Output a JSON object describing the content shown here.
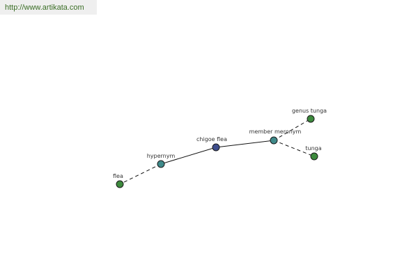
{
  "header": {
    "url": "http://www.artikata.com"
  },
  "colors": {
    "center": "#3e4d8c",
    "relation": "#3f8a8a",
    "leaf": "#3d8a3d",
    "url_text": "#3a6e25"
  },
  "graph": {
    "nodes": [
      {
        "id": "flea",
        "label": "flea",
        "kind": "leaf"
      },
      {
        "id": "hypernym",
        "label": "hypernym",
        "kind": "relation"
      },
      {
        "id": "chigoe-flea",
        "label": "chigoe flea",
        "kind": "center"
      },
      {
        "id": "member-meronym",
        "label": "member meronym",
        "kind": "relation"
      },
      {
        "id": "genus-tunga",
        "label": "genus tunga",
        "kind": "leaf"
      },
      {
        "id": "tunga",
        "label": "tunga",
        "kind": "leaf"
      }
    ],
    "edges": [
      {
        "from": "hypernym",
        "to": "flea",
        "style": "dashed"
      },
      {
        "from": "chigoe-flea",
        "to": "hypernym",
        "style": "solid"
      },
      {
        "from": "chigoe-flea",
        "to": "member-meronym",
        "style": "solid"
      },
      {
        "from": "member-meronym",
        "to": "genus-tunga",
        "style": "dashed"
      },
      {
        "from": "member-meronym",
        "to": "tunga",
        "style": "dashed"
      }
    ]
  }
}
